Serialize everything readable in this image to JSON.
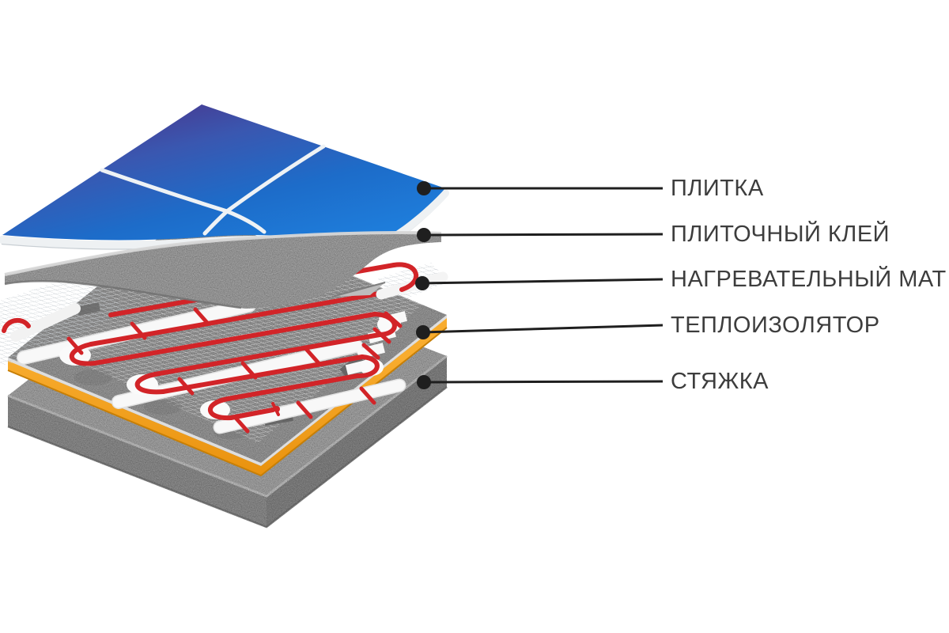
{
  "diagram": {
    "type": "exploded-floor-heating-layers",
    "background": "#ffffff",
    "layers": [
      {
        "id": "tile",
        "label": "ПЛИТКА",
        "color": "#1d6cc9"
      },
      {
        "id": "tile-adhesive",
        "label": "ПЛИТОЧНЫЙ КЛЕЙ",
        "color": "#a4a4a4"
      },
      {
        "id": "heating-mat",
        "label": "НАГРЕВАТЕЛЬНЫЙ МАТ",
        "color": "#d22428"
      },
      {
        "id": "insulation",
        "label": "ТЕПЛОИЗОЛЯТОР",
        "color": "#f49f1c"
      },
      {
        "id": "screed",
        "label": "СТЯЖКА",
        "color": "#a7a7a7"
      }
    ],
    "callout": {
      "dot_color": "#1f1f1f",
      "line_color": "#1f1f1f",
      "label_color": "#3d3d3d"
    },
    "accents": {
      "grout_white": "#eef2f5",
      "mesh_white": "#ffffff",
      "cable_red": "#d22428",
      "insulation_orange": "#f49f1c",
      "tile_gradient_top": "#463d94",
      "tile_gradient_bottom": "#2b93ea"
    }
  }
}
